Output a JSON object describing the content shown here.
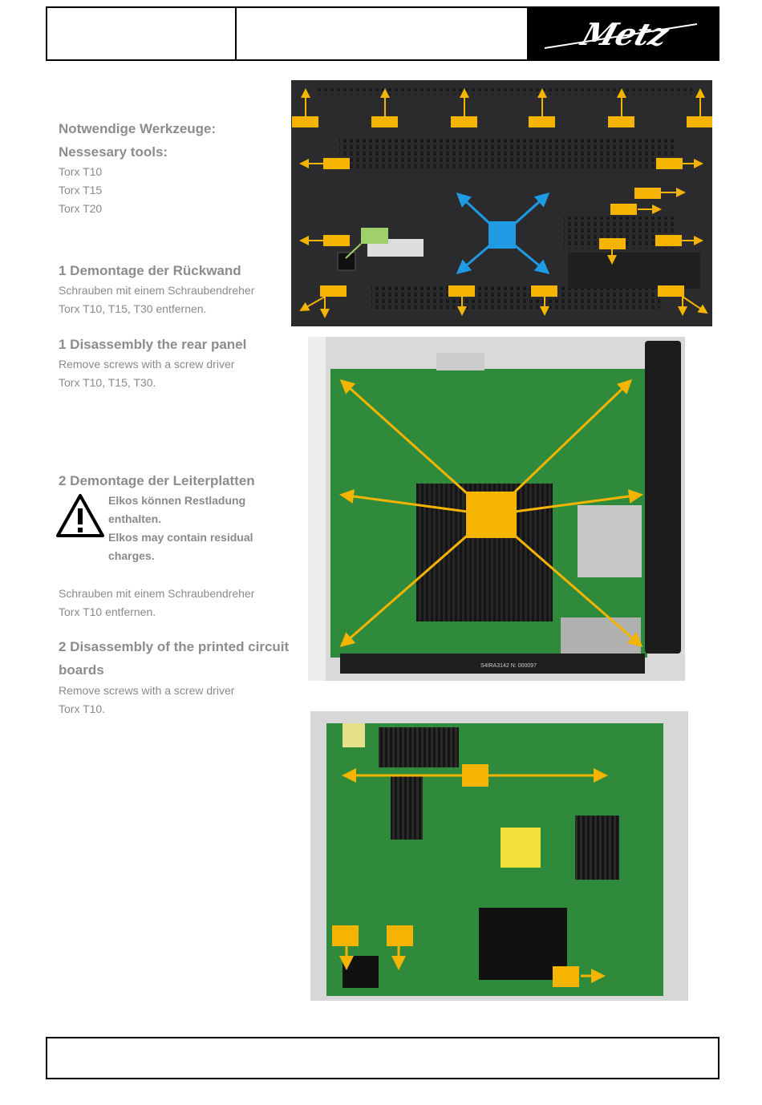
{
  "header": {
    "cell1": "",
    "cell2": "",
    "logo_text": "Metz"
  },
  "tools": {
    "title_de": "Notwendige Werkzeuge:",
    "title_en": "Nessesary tools:",
    "items": [
      "Torx T10",
      "Torx T15",
      "Torx T20"
    ]
  },
  "step1": {
    "title_de": "1 Demontage der Rückwand",
    "desc_de_1": "Schrauben mit einem Schraubendreher",
    "desc_de_2": "Torx T10, T15, T30 entfernen.",
    "title_en": "1 Disassembly the rear panel",
    "desc_en_1": "Remove screws with a screw driver",
    "desc_en_2": "Torx T10, T15, T30."
  },
  "step2": {
    "title_de": "2 Demontage der Leiterplatten",
    "warn_1": "Elkos können Restladung",
    "warn_2": "enthalten.",
    "warn_3": "Elkos may contain residual",
    "warn_4": "charges.",
    "desc_de_1": "Schrauben mit einem Schraubendreher",
    "desc_de_2": "Torx T10 entfernen.",
    "title_en_1": "2 Disassembly of the printed circuit",
    "title_en_2": "boards",
    "desc_en_1": "Remove screws with a screw driver",
    "desc_en_2": "Torx T10."
  },
  "board_labels": {
    "main_board": "S4IRA3142 N: 000097"
  },
  "colors": {
    "marker": "#f5b400",
    "vesa": "#1e9be3",
    "pcb": "#2f8a3c",
    "back": "#2b2b2d"
  },
  "footer": {
    "text": ""
  }
}
